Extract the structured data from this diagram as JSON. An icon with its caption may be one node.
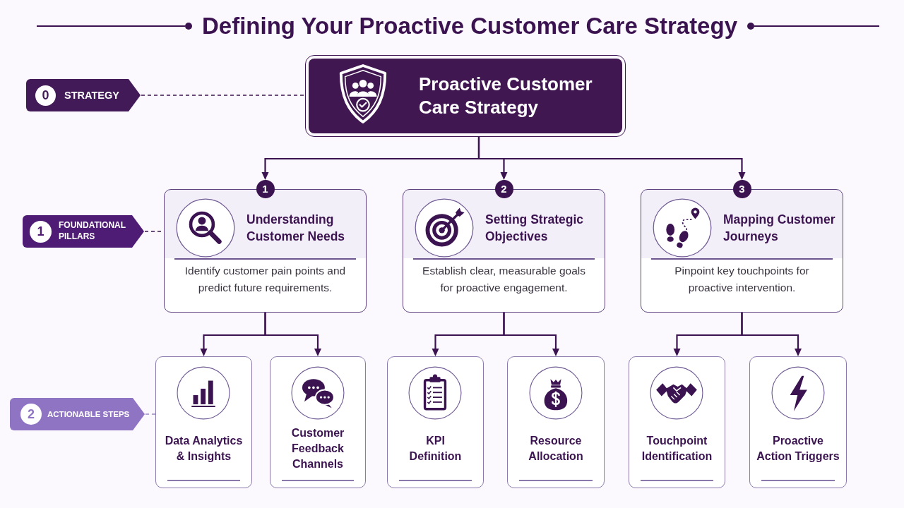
{
  "diagram": {
    "title": "Defining Your Proactive Customer Care Strategy",
    "nodes": [
      {
        "text": [
          "0",
          "STRATEGY"
        ]
      },
      {
        "text": [
          "Proactive Customer Care Strategy"
        ]
      },
      {
        "text": [
          "1",
          "FOUNDATIONAL PILLARS"
        ]
      },
      {
        "text": [
          "1",
          "Understanding Customer Needs",
          "Identify customer pain points and predict future requirements."
        ]
      },
      {
        "text": [
          "2",
          "Setting Strategic Objectives",
          "Establish clear, measurable goals for proactive engagement."
        ]
      },
      {
        "text": [
          "3",
          "Mapping Customer Journeys",
          "Pinpoint key touchpoints for proactive intervention."
        ]
      },
      {
        "text": [
          "2",
          "ACTIONABLE STEPS"
        ]
      },
      {
        "text": [
          "Data Analytics & Insights"
        ]
      },
      {
        "text": [
          "Customer Feedback Channels"
        ]
      },
      {
        "text": [
          "KPI Definition"
        ]
      },
      {
        "text": [
          "Resource Allocation"
        ]
      },
      {
        "text": [
          "Touchpoint Identification"
        ]
      },
      {
        "text": [
          "Proactive Action Triggers"
        ]
      }
    ],
    "edges": [
      {
        "from": 0,
        "to": 1,
        "arrow": "none",
        "style": "dashed"
      },
      {
        "from": 1,
        "to": 3,
        "arrow": "to"
      },
      {
        "from": 1,
        "to": 4,
        "arrow": "to"
      },
      {
        "from": 1,
        "to": 5,
        "arrow": "to"
      },
      {
        "from": 2,
        "to": 3,
        "arrow": "none",
        "style": "dashed"
      },
      {
        "from": 3,
        "to": 7,
        "arrow": "to"
      },
      {
        "from": 3,
        "to": 8,
        "arrow": "to"
      },
      {
        "from": 4,
        "to": 9,
        "arrow": "to"
      },
      {
        "from": 4,
        "to": 10,
        "arrow": "to"
      },
      {
        "from": 5,
        "to": 11,
        "arrow": "to"
      },
      {
        "from": 5,
        "to": 12,
        "arrow": "to"
      },
      {
        "from": 6,
        "to": 7,
        "arrow": "none",
        "style": "dashed",
        "color": "#9a86c8"
      }
    ]
  }
}
